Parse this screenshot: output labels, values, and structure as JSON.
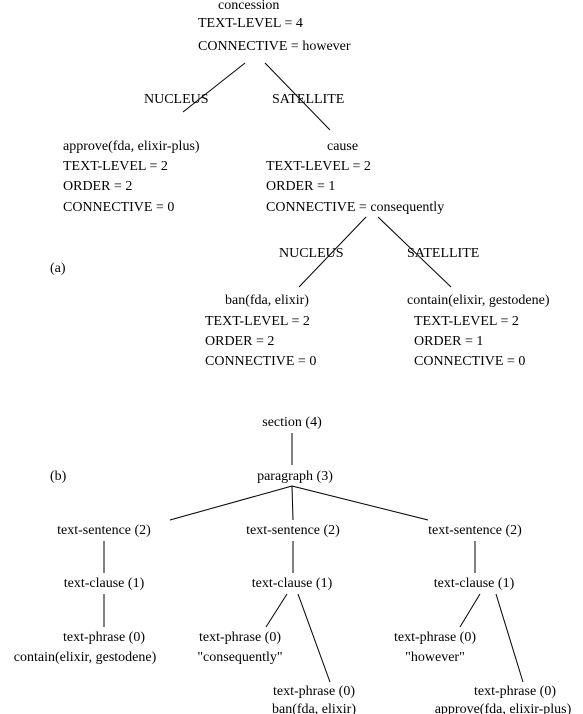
{
  "part_a": {
    "label": "(a)",
    "root": {
      "relation": "concession",
      "text_level": "TEXT-LEVEL = 4",
      "connective": "CONNECTIVE = however"
    },
    "root_edges": {
      "left": "NUCLEUS",
      "right": "SATELLITE"
    },
    "approve": {
      "name": "approve(fda, elixir-plus)",
      "text_level": "TEXT-LEVEL = 2",
      "order": "ORDER = 2",
      "connective": "CONNECTIVE = 0"
    },
    "cause": {
      "relation": "cause",
      "text_level": "TEXT-LEVEL = 2",
      "order": "ORDER = 1",
      "connective": "CONNECTIVE = consequently"
    },
    "cause_edges": {
      "left": "NUCLEUS",
      "right": "SATELLITE"
    },
    "ban": {
      "name": "ban(fda, elixir)",
      "text_level": "TEXT-LEVEL = 2",
      "order": "ORDER = 2",
      "connective": "CONNECTIVE = 0"
    },
    "contain": {
      "name": "contain(elixir, gestodene)",
      "text_level": "TEXT-LEVEL = 2",
      "order": "ORDER = 1",
      "connective": "CONNECTIVE = 0"
    }
  },
  "part_b": {
    "label": "(b)",
    "section": "section (4)",
    "paragraph": "paragraph (3)",
    "branch_1": {
      "sentence": "text-sentence (2)",
      "clause": "text-clause (1)",
      "phrase": "text-phrase (0)",
      "phrase_content": "contain(elixir, gestodene)"
    },
    "branch_2": {
      "sentence": "text-sentence (2)",
      "clause": "text-clause (1)",
      "phrase_1": "text-phrase (0)",
      "phrase_1_content": "\"consequently\"",
      "phrase_2": "text-phrase (0)",
      "phrase_2_content": "ban(fda, elixir)"
    },
    "branch_3": {
      "sentence": "text-sentence (2)",
      "clause": "text-clause (1)",
      "phrase_1": "text-phrase (0)",
      "phrase_1_content": "\"however\"",
      "phrase_2": "text-phrase (0)",
      "phrase_2_content": "approve(fda, elixir-plus)"
    }
  }
}
